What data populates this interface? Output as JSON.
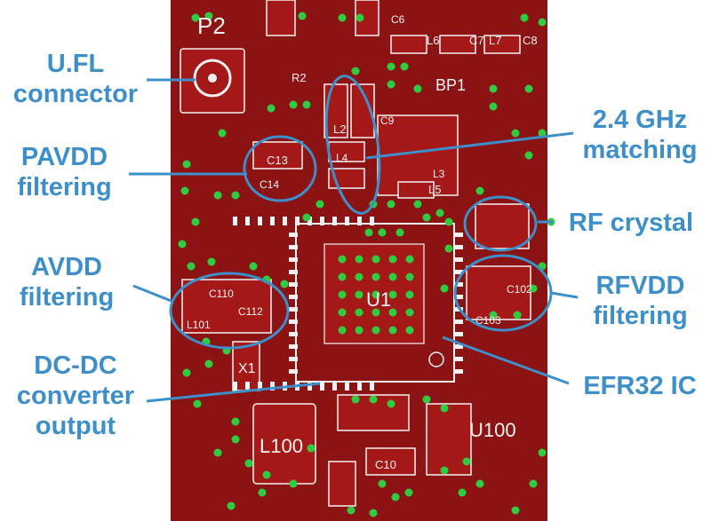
{
  "colors": {
    "board": "#8c1313",
    "silk": "#f2f2f2",
    "via": "#2ecc40",
    "callout": "#3d8fc9",
    "pad": "#a51818",
    "bg": "#ffffff"
  },
  "callouts": {
    "ufl": [
      "U.FL",
      "connector"
    ],
    "pavdd": [
      "PAVDD",
      "filtering"
    ],
    "avdd": [
      "AVDD",
      "filtering"
    ],
    "dcdc": [
      "DC-DC",
      "converter",
      "output"
    ],
    "matching": [
      "2.4 GHz",
      "matching"
    ],
    "rfcrystal": [
      "RF crystal"
    ],
    "rfvdd": [
      "RFVDD",
      "filtering"
    ],
    "efr32": [
      "EFR32 IC"
    ]
  },
  "silkscreen": {
    "p2": "P2",
    "l6": "L6",
    "l7": "L7",
    "c7": "C7",
    "c8": "C8",
    "c6": "C6",
    "r2": "R2",
    "bp1": "BP1",
    "l2": "L2",
    "c9": "C9",
    "l3": "L3",
    "l5": "L5",
    "l4": "L4",
    "c13": "C13",
    "c14": "C14",
    "u1": "U1",
    "c110": "C110",
    "c112": "C112",
    "l101": "L101",
    "x1": "X1",
    "l100": "L100",
    "c10": "C10",
    "u100": "U100",
    "c102": "C102",
    "c103": "C103"
  }
}
